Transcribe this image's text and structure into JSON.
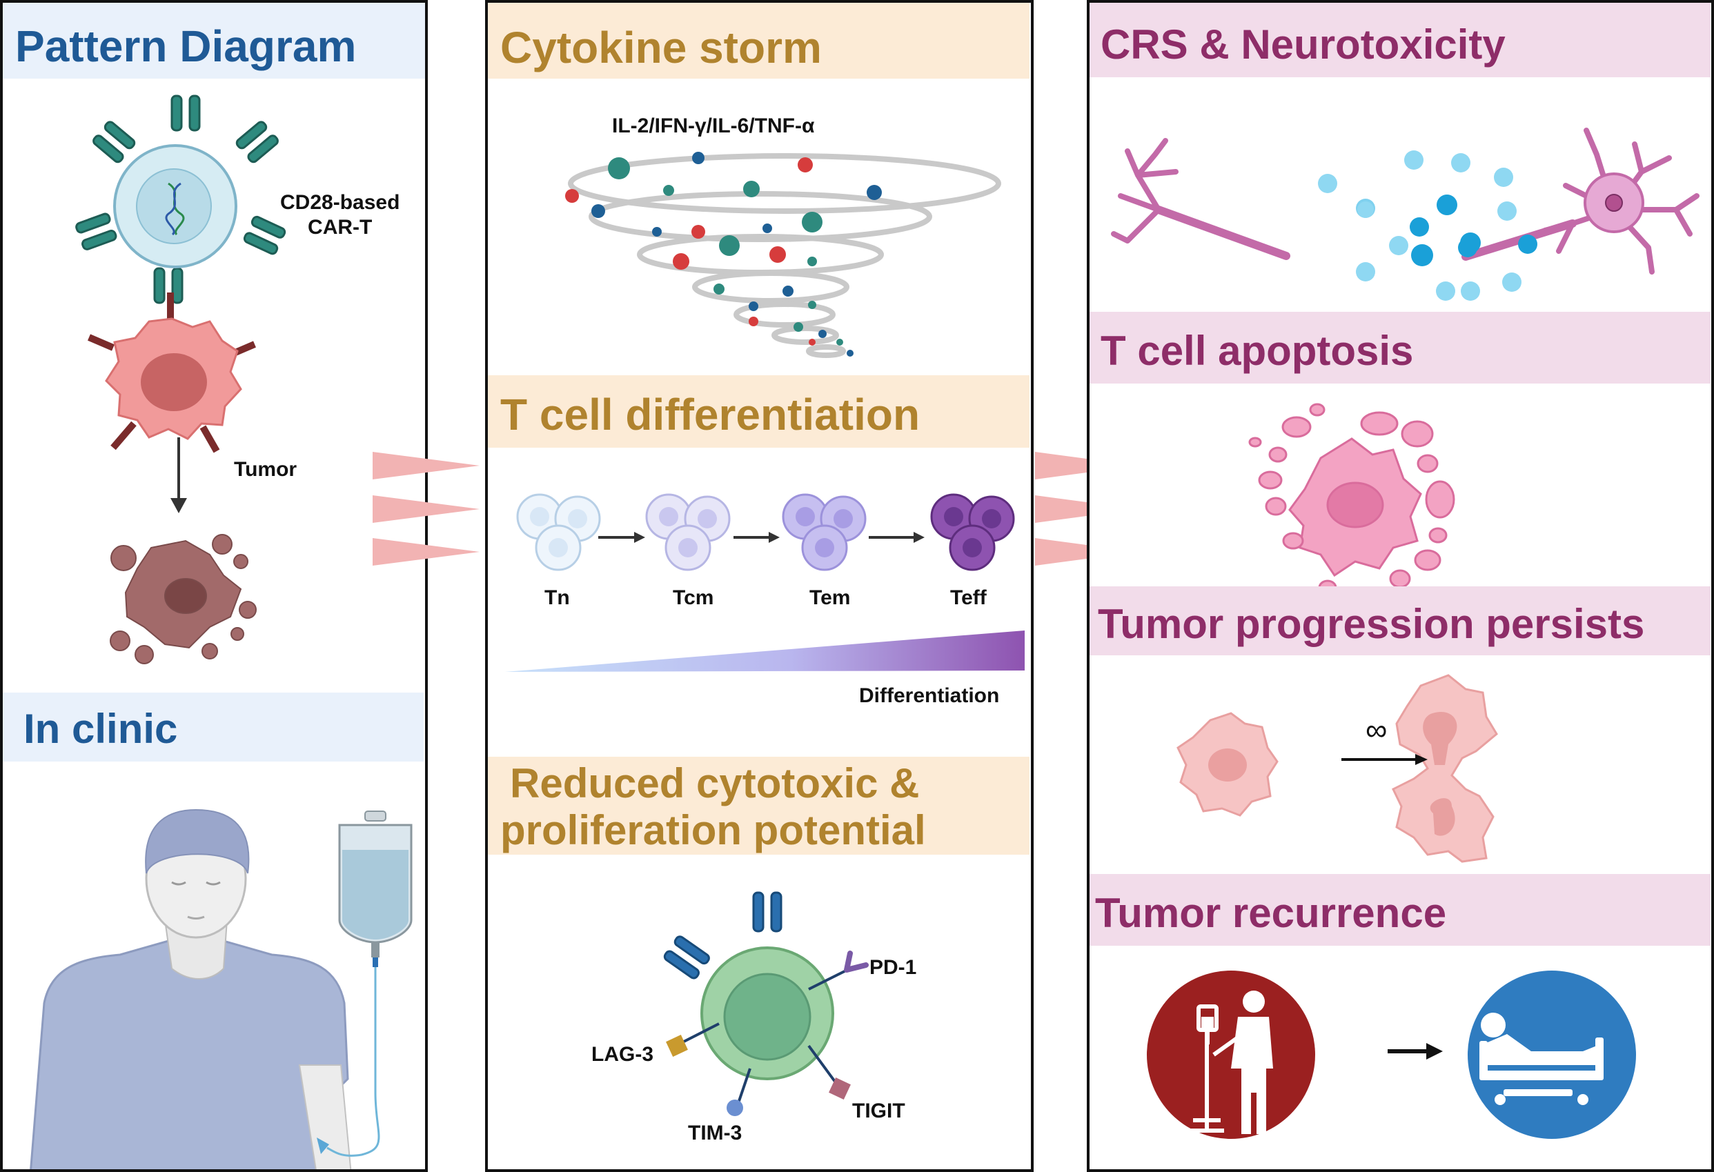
{
  "left_panel": {
    "title": "Pattern Diagram",
    "car_label_line1": "CD28-based",
    "car_label_line2": "CAR-T",
    "tumor_label": "Tumor",
    "clinic_title": "In clinic"
  },
  "middle_panel": {
    "cytokine_title": "Cytokine storm",
    "cytokine_list": "IL-2/IFN-γ/IL-6/TNF-α",
    "diff_title": "T cell differentiation",
    "stages": [
      "Tn",
      "Tcm",
      "Tem",
      "Teff"
    ],
    "gradient_label": "Differentiation",
    "reduced_title_line1": "Reduced cytotoxic &",
    "reduced_title_line2": "proliferation potential",
    "receptors": [
      "PD-1",
      "LAG-3",
      "TIM-3",
      "TIGIT"
    ]
  },
  "right_panel": {
    "crs_title": "CRS & Neurotoxicity",
    "apoptosis_title": "T cell apoptosis",
    "progression_title": "Tumor progression persists",
    "infinity": "∞",
    "recurrence_title": "Tumor recurrence"
  },
  "colors": {
    "blue_title": "#1f5a96",
    "tan_title": "#b0832e",
    "pink_title": "#8e2d68",
    "arrow_pink": "#f2b3b3"
  },
  "icons": [
    "dna-icon",
    "iv-bag-icon",
    "patient-iv-icon",
    "hospital-bed-icon",
    "neuron-icon"
  ]
}
